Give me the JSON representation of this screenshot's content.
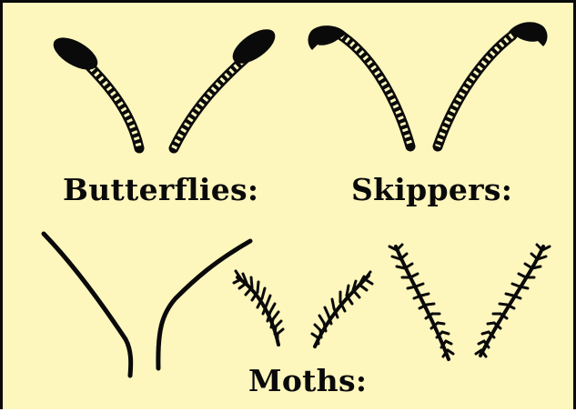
{
  "labels": {
    "butterflies": "Butterflies:",
    "skippers": "Skippers:",
    "moths": "Moths:"
  },
  "colors": {
    "background": "#fdf6bd",
    "ink": "#0a0a0a"
  },
  "antennae": {
    "butterfly": "clubbed-antenna-icon",
    "skipper": "hooked-club-antenna-icon",
    "moth_thin": "thread-antenna-icon",
    "moth_feathered_small": "feathered-antenna-icon",
    "moth_feathered_large": "feathered-antenna-icon"
  }
}
